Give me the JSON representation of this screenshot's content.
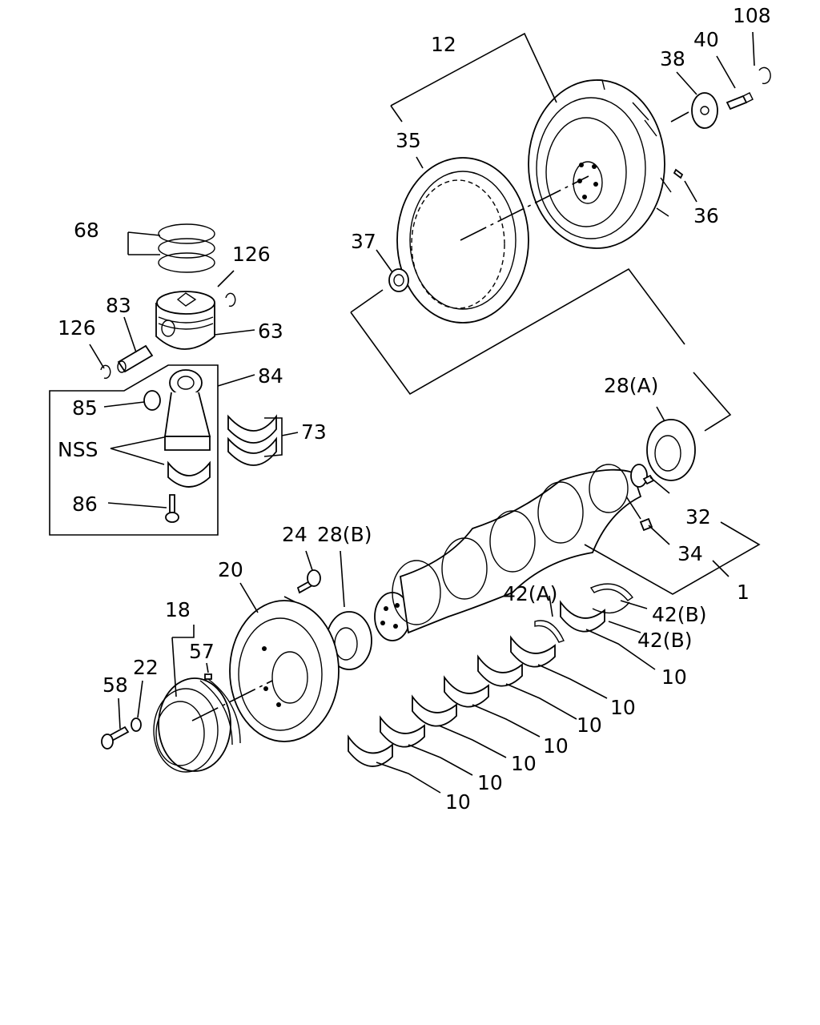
{
  "diagram": {
    "labels": {
      "l108": "108",
      "l12": "12",
      "l40": "40",
      "l38": "38",
      "l35": "35",
      "l36": "36",
      "l37": "37",
      "l68": "68",
      "l126a": "126",
      "l83": "83",
      "l126b": "126",
      "l63": "63",
      "l84": "84",
      "l85": "85",
      "l73": "73",
      "lNSS": "NSS",
      "l28A": "28(A)",
      "l86": "86",
      "l32": "32",
      "l24": "24",
      "l28B": "28(B)",
      "l34": "34",
      "l20": "20",
      "l1": "1",
      "l42A": "42(A)",
      "l42Ba": "42(B)",
      "l42Bb": "42(B)",
      "l18": "18",
      "l57": "57",
      "l22": "22",
      "l58": "58",
      "l10a": "10",
      "l10b": "10",
      "l10c": "10",
      "l10d": "10",
      "l10e": "10",
      "l10f": "10",
      "l10g": "10"
    }
  }
}
